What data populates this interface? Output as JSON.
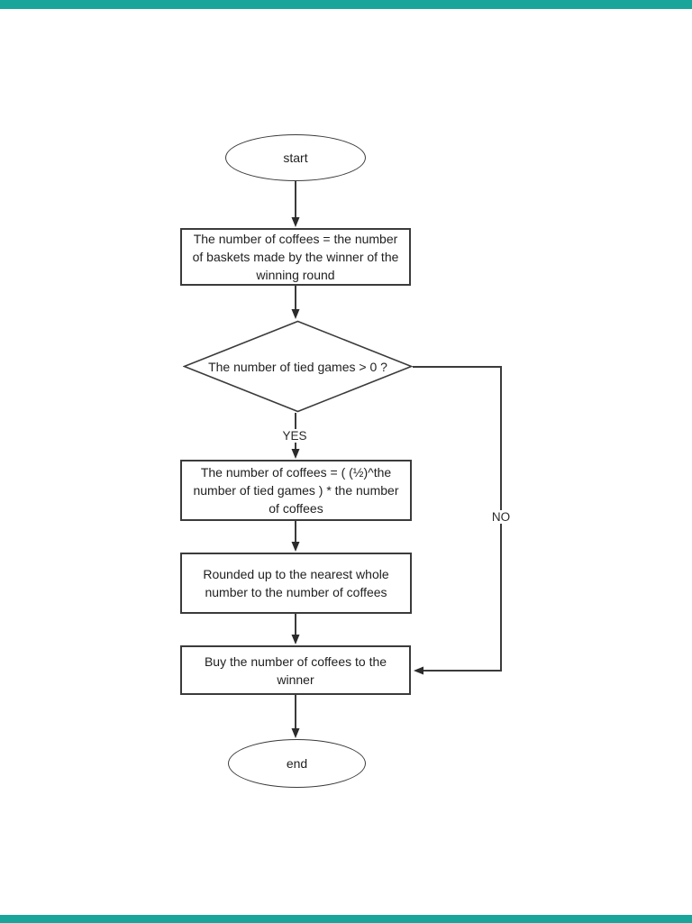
{
  "page": {
    "background": "#ffffff",
    "viewer_bar_color": "#1aa59b"
  },
  "flowchart": {
    "stroke_color": "#3b3b3b",
    "text_color": "#1f1f1f",
    "start_label": "start",
    "end_label": "end",
    "yes_label": "YES",
    "no_label": "NO",
    "process_1": "The number of coffees = the number of baskets made by the winner of the winning round",
    "decision_label": "The number of tied games > 0 ?",
    "process_2": "The number of coffees = ( (½)^the number of tied games ) * the number of coffees",
    "process_3": "Rounded up to the nearest whole number to the number of coffees",
    "process_4": "Buy the number of coffees to the winner"
  }
}
